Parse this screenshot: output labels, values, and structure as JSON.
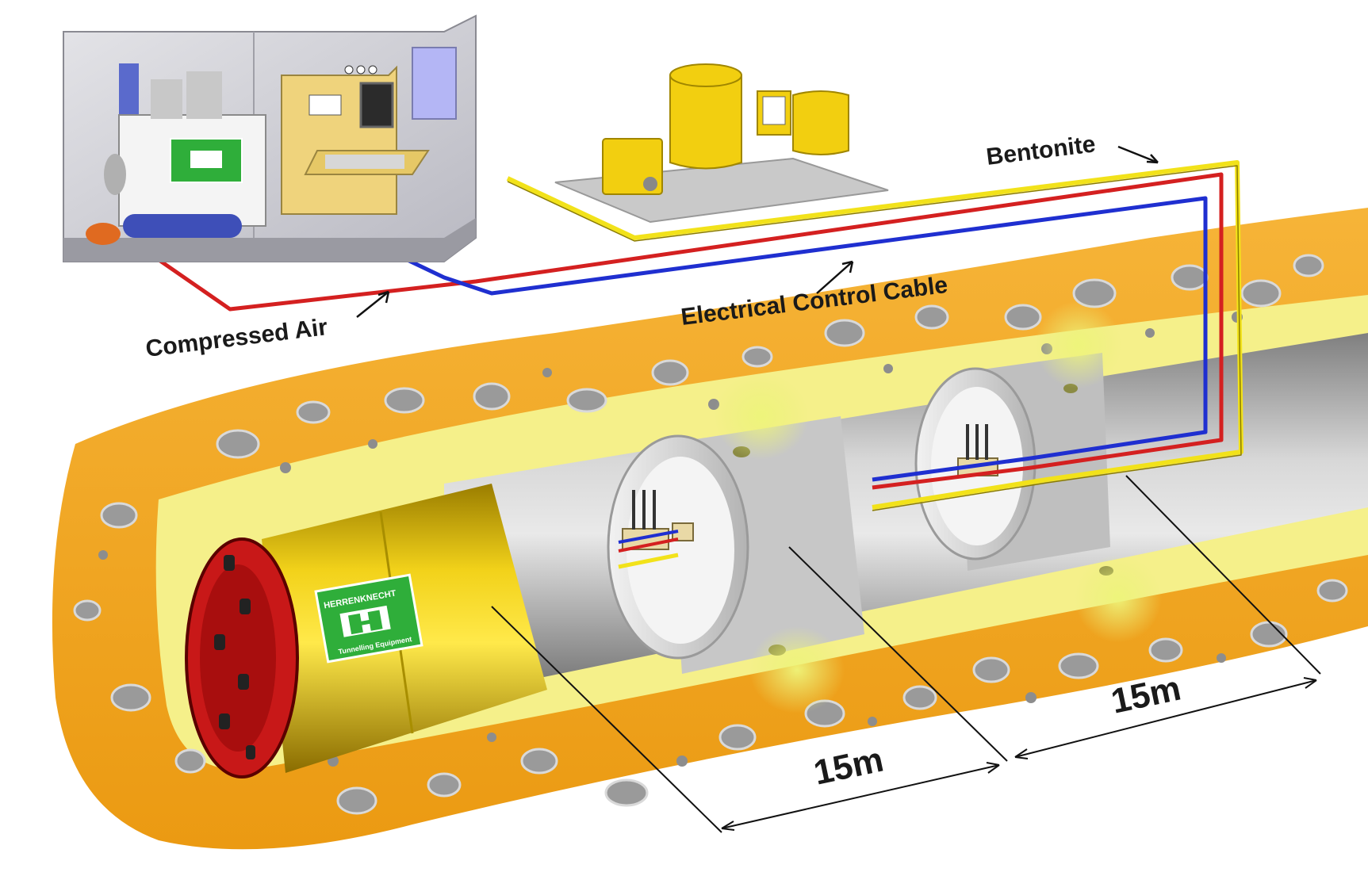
{
  "labels": {
    "bentonite": "Bentonite",
    "electrical_control_cable": "Electrical Control Cable",
    "compressed_air": "Compressed Air",
    "segment_length_1": "15m",
    "segment_length_2": "15m"
  },
  "logo": {
    "brand": "HERRENKNECHT",
    "tagline": "Tunnelling Equipment"
  },
  "colors": {
    "compressed_air_line": "#d42020",
    "electrical_line": "#1f2fd0",
    "bentonite_line": "#f2e21a",
    "soil": "#f0a020",
    "machine_shield": "#e7c410",
    "cutter_head": "#c81818",
    "pipe": "#c9c9c9",
    "logo_green": "#2fae3a"
  },
  "icons": [
    "control-container",
    "bentonite-plant",
    "cutter-head",
    "intermediate-jacking-station",
    "lubrication-nozzle"
  ]
}
